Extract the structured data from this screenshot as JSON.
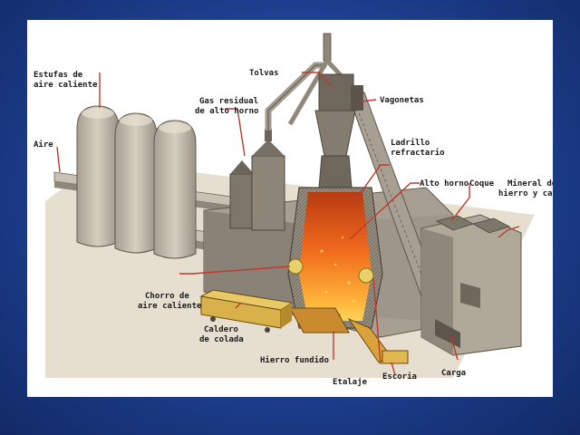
{
  "diagram": {
    "labels": {
      "estufas_1": "Estufas de",
      "estufas_2": "aire caliente",
      "aire": "Aire",
      "gas_1": "Gas residual",
      "gas_2": "de alto horno",
      "tolvas": "Tolvas",
      "vagonetas": "Vagonetas",
      "ladrillo_1": "Ladrillo",
      "ladrillo_2": "refractario",
      "alto_horno": "Alto horno",
      "coque": "Coque",
      "mineral_1": "Mineral de",
      "mineral_2": "hierro y caliza",
      "chorro_1": "Chorro de",
      "chorro_2": "aire caliente",
      "caldero_1": "Caldero",
      "caldero_2": "de colada",
      "hierro": "Hierro fundido",
      "etalaje": "Etalaje",
      "escoria": "Escoria",
      "carga": "Carga"
    },
    "colors": {
      "background": "#1d3f8f",
      "leader": "#c0392b",
      "stone": "#8a8276",
      "floor": "#e4ddce",
      "molten": "#f0641e"
    }
  }
}
